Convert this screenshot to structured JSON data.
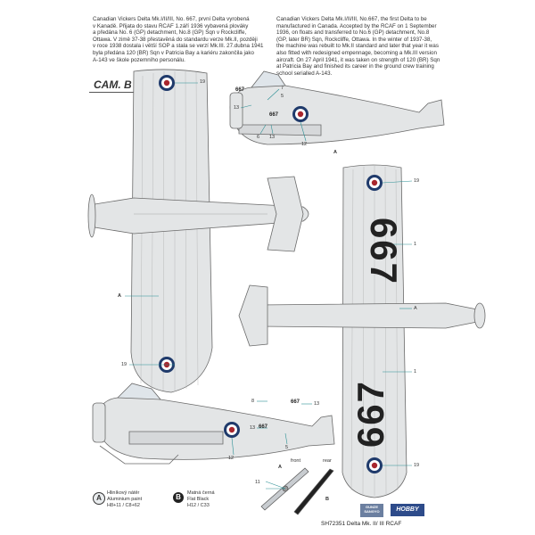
{
  "description_cz": "Canadian Vickers Delta Mk.I/II/III, No.  667, první Delta vyrobená\nv Kanadě. Přijata do stavu RCAF 1.září 1936 vybavená plováky\na předána No. 6 (GP) detachment, No.8 (GP) Sqn v Rockcliffe,\nOttawa. V zimě 37-38 přestavěná do standardu verze Mk.II, později\nv roce 1938 dostala i větší SOP a stala se verzí Mk.III. 27.dubna 1941\nbyla předána 120 (BR) Sqn v Patricia Bay a kariéru zakončila jako\nA-143 ve škole pozemního personálu.",
  "description_en": "Canadian Vickers Delta Mk.I/II/III, No.667, the first Delta to be\nmanufactured in Canada. Accepted by the RCAF on 1 September\n1936, on floats and transferred to No.6 (GP) detachment, No.8\n(GP, later BR) Sqn, Rockcliffe, Ottawa. In the winter of 1937-38,\nthe machine was rebuilt to Mk.II standard and later that year it was\nalso fitted with redesigned empennage, becoming a Mk.III version\naircraft. On 27 April 1941, it was taken on strength of 120 (BR) Sqn\nat Patricia Bay and finished its career in the ground crew training\nschool serialled A-143.",
  "camo_label": "CAM. B",
  "serial": "667",
  "callouts": {
    "c19": "19",
    "c13": "13",
    "c7": "7",
    "c5": "5",
    "c6": "6",
    "c12": "12",
    "cA": "A",
    "c1": "1",
    "c8": "8",
    "cB": "B"
  },
  "legend": [
    {
      "badge": "A",
      "text": "Hliníkový nátěr\nAluminium paint\nH8+11 / C8+62",
      "color": "#c8ccd0"
    },
    {
      "badge": "B",
      "text": "Matná černá\nFlat Black\nH12 / C33",
      "color": "#222222"
    }
  ],
  "propeller": {
    "front": "front",
    "rear": "rear"
  },
  "footer": "SH72351  Delta Mk. II/ III RCAF",
  "logos": {
    "gunze": "GUNZE\nSANGYO",
    "hobby": "HOBBY"
  },
  "colors": {
    "aluminium": "#e3e5e6",
    "roundel_blue": "#1f3a6b",
    "roundel_red": "#a8262d",
    "line": "#6a6a6a",
    "teal": "#2a8f94"
  }
}
